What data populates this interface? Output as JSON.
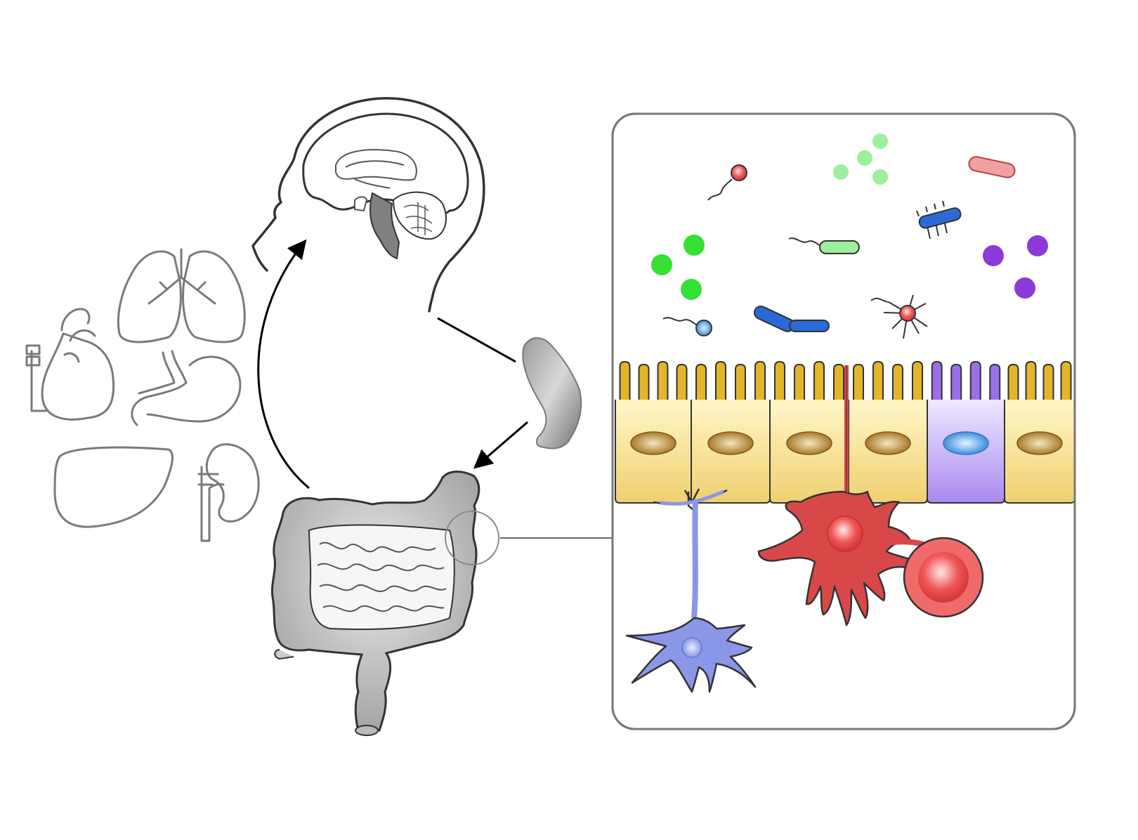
{
  "diagram": {
    "organs": [
      "heart",
      "lungs",
      "stomach",
      "liver",
      "kidney"
    ],
    "nodes": [
      "brain",
      "adrenal-gland",
      "intestine",
      "gut-wall-inset"
    ],
    "edges": [
      {
        "from": "intestine",
        "to": "brain",
        "style": "curved-arrow"
      },
      {
        "from": "brain",
        "to": "adrenal-gland",
        "style": "line"
      },
      {
        "from": "adrenal-gland",
        "to": "intestine",
        "style": "arrow"
      },
      {
        "from": "intestine",
        "to": "gut-wall-inset",
        "style": "zoom-line"
      }
    ],
    "colors": {
      "organ_outline": "#7a7a7a",
      "epithelium": "#f0d070",
      "microvilli": "#e3b62a",
      "nucleus": "#a97a2a",
      "goblet_cell": "#9a6fe8",
      "neuron": "#8a97e8",
      "immune_cell": "#d94848",
      "bacteria_green": "#33e033",
      "bacteria_light_green": "#9cf09c",
      "bacteria_purple": "#8a3ad8",
      "bacteria_blue": "#2a6ad8",
      "bacteria_pink": "#f2a0a0"
    }
  }
}
